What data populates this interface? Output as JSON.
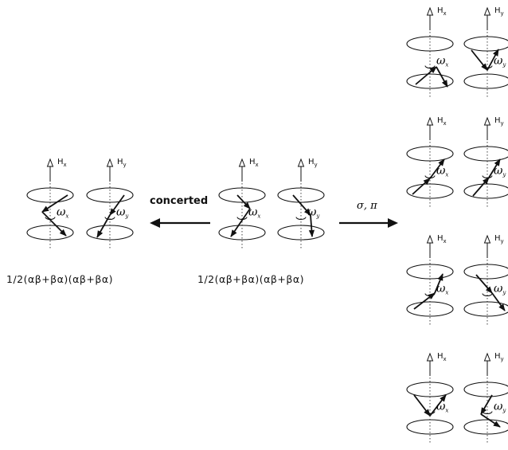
{
  "labels": {
    "field_x": "H",
    "field_y": "H",
    "sub_x": "x",
    "sub_y": "y",
    "omega": "ω",
    "concerted": "concerted",
    "sigma_pi": "σ, π",
    "left_formula": "1/2(αβ+βα)(αβ+βα)",
    "center_formula": "1/2(αβ+βα)(αβ+βα)"
  },
  "colors": {
    "ink": "#111111",
    "background": "#ffffff"
  }
}
